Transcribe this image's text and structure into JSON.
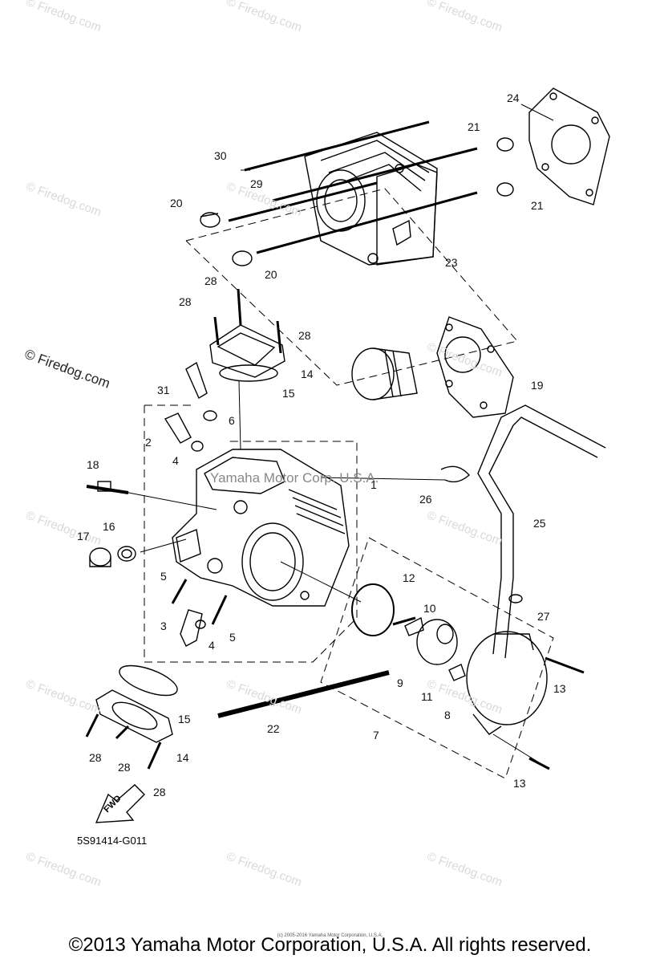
{
  "watermarks": {
    "text": "© Firedog.com",
    "prominent": "© Firedog.com",
    "center": "Yamaha Motor Corp. U.S.A."
  },
  "callouts": [
    {
      "id": "c1",
      "label": "1"
    },
    {
      "id": "c2",
      "label": "2"
    },
    {
      "id": "c3",
      "label": "3"
    },
    {
      "id": "c4a",
      "label": "4"
    },
    {
      "id": "c4b",
      "label": "4"
    },
    {
      "id": "c5a",
      "label": "5"
    },
    {
      "id": "c5b",
      "label": "5"
    },
    {
      "id": "c6",
      "label": "6"
    },
    {
      "id": "c7",
      "label": "7"
    },
    {
      "id": "c8",
      "label": "8"
    },
    {
      "id": "c9",
      "label": "9"
    },
    {
      "id": "c10",
      "label": "10"
    },
    {
      "id": "c11",
      "label": "11"
    },
    {
      "id": "c12",
      "label": "12"
    },
    {
      "id": "c13a",
      "label": "13"
    },
    {
      "id": "c13b",
      "label": "13"
    },
    {
      "id": "c14a",
      "label": "14"
    },
    {
      "id": "c14b",
      "label": "14"
    },
    {
      "id": "c15a",
      "label": "15"
    },
    {
      "id": "c15b",
      "label": "15"
    },
    {
      "id": "c16",
      "label": "16"
    },
    {
      "id": "c17",
      "label": "17"
    },
    {
      "id": "c18",
      "label": "18"
    },
    {
      "id": "c19",
      "label": "19"
    },
    {
      "id": "c20a",
      "label": "20"
    },
    {
      "id": "c20b",
      "label": "20"
    },
    {
      "id": "c21a",
      "label": "21"
    },
    {
      "id": "c21b",
      "label": "21"
    },
    {
      "id": "c22",
      "label": "22"
    },
    {
      "id": "c23",
      "label": "23"
    },
    {
      "id": "c24",
      "label": "24"
    },
    {
      "id": "c25",
      "label": "25"
    },
    {
      "id": "c26",
      "label": "26"
    },
    {
      "id": "c27",
      "label": "27"
    },
    {
      "id": "c28a",
      "label": "28"
    },
    {
      "id": "c28b",
      "label": "28"
    },
    {
      "id": "c28c",
      "label": "28"
    },
    {
      "id": "c28d",
      "label": "28"
    },
    {
      "id": "c28e",
      "label": "28"
    },
    {
      "id": "c28f",
      "label": "28"
    },
    {
      "id": "c29",
      "label": "29"
    },
    {
      "id": "c30",
      "label": "30"
    },
    {
      "id": "c31",
      "label": "31"
    }
  ],
  "fwd_label": "FWD",
  "diagram_code": "5S91414-G011",
  "tiny_credit": "(c) 2005-2016 Yamaha Motor Corporation, U.S.A.",
  "footer": "©2013 Yamaha Motor Corporation, U.S.A. All rights reserved."
}
